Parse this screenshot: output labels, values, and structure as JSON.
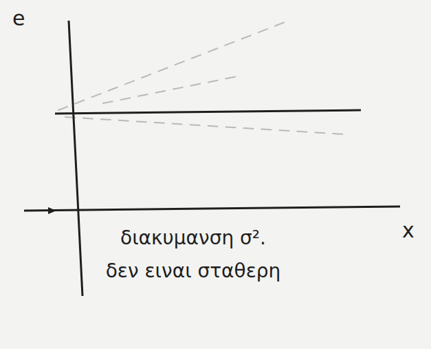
{
  "diagram": {
    "labels": [
      "e",
      "x",
      "διακυμανση σ². δεν ειναι σταθερη"
    ]
  }
}
